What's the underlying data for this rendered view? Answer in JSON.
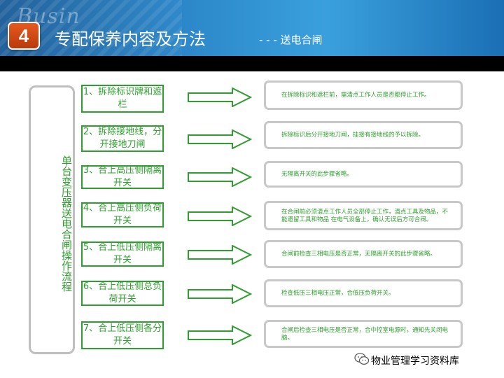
{
  "header": {
    "badge_number": "4",
    "title": "专配保养内容及方法",
    "subtitle": "- - - 送电合闸",
    "watermark_text": "Busin"
  },
  "process_label": "单台变压器送电合闸操作流程",
  "steps": [
    {
      "label": "1、拆除标识牌和遮栏",
      "note": "在拆除标识和遮栏前，需清点工作人员是否都停止工作。"
    },
    {
      "label": "2、拆除接地线，分开接地刀闸",
      "note": "拆除标识后分开接地刀闸，挂接有接地线的予以拆除。"
    },
    {
      "label": "3、合上高压侧隔离开关",
      "note": "无隔离开关的此步骤省略。"
    },
    {
      "label": "4、合上高压侧负荷开关",
      "note": "在合闸前必须清点工作人员全部停止工作，清点工具及物品，不能遗留工具和物品 在电气设备上，确认无误后方可合闸。"
    },
    {
      "label": "5、合上低压侧隔离开关",
      "note": "合闸前检查三相电压是否正常，无隔离开关的此步骤省略。"
    },
    {
      "label": "6、合上低压侧总负荷开关",
      "note": "检查低压三相电压正常，合低压负荷开关。"
    },
    {
      "label": "7、合上低压侧各分开关",
      "note": "合闸后检查三相电压是否正常，合中控室电源时，通知先关闭电脑。"
    }
  ],
  "footer": {
    "text": "物业管理学习资料库",
    "icon": "wechat-icon"
  },
  "colors": {
    "accent_green": "#2e9e2e",
    "header_blue": "#2b86c8",
    "badge_orange": "#e65a1f",
    "border_gray": "#c8c8c8"
  }
}
